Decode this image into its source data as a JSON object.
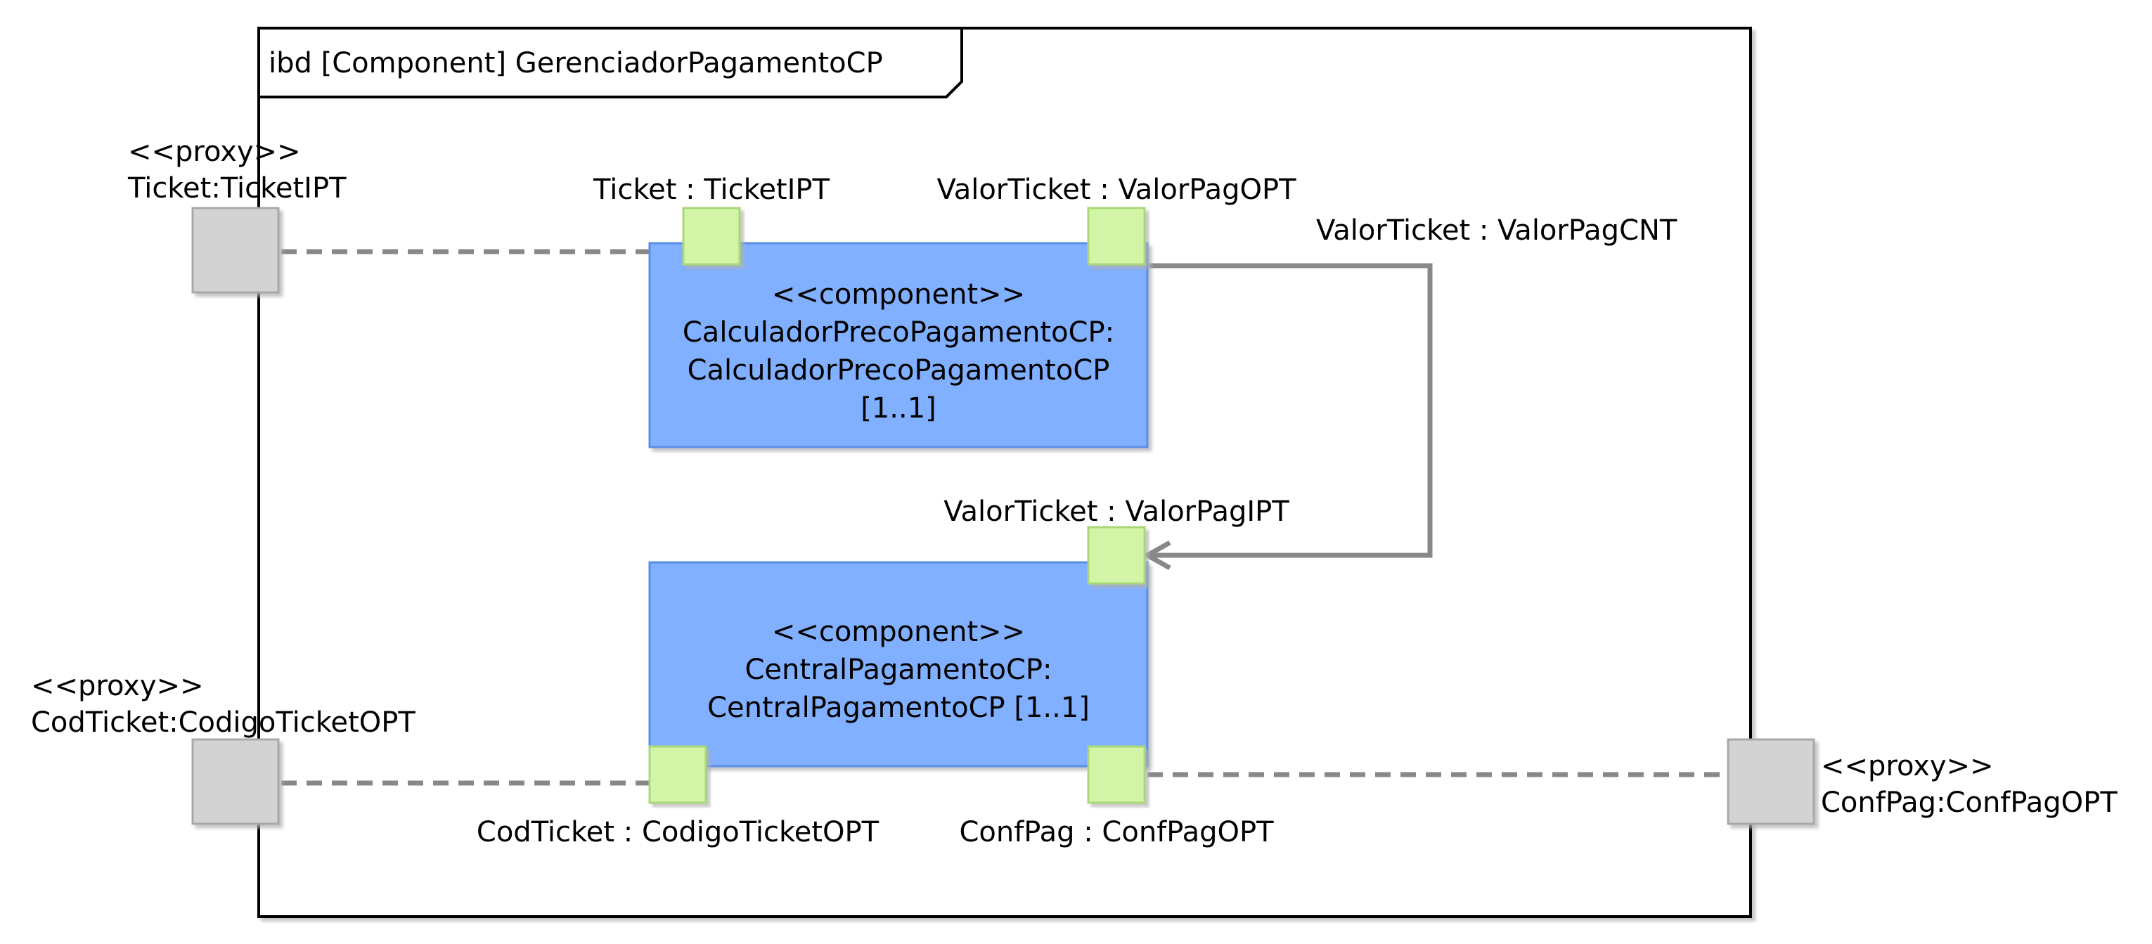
{
  "frame": {
    "title": "ibd [Component] GerenciadorPagamentoCP"
  },
  "components": [
    {
      "stereotype": "<<component>>",
      "name": "CalculadorPrecoPagamentoCP:",
      "type": "CalculadorPrecoPagamentoCP",
      "multiplicity": "[1..1]"
    },
    {
      "stereotype": "<<component>>",
      "name": "CentralPagamentoCP:",
      "type_multiplicity": "CentralPagamentoCP [1..1]"
    }
  ],
  "ports": {
    "ticket_in": "Ticket : TicketIPT",
    "valor_out": "ValorTicket : ValorPagOPT",
    "valor_in": "ValorTicket : ValorPagIPT",
    "codticket_out": "CodTicket : CodigoTicketOPT",
    "confpag_out": "ConfPag : ConfPagOPT"
  },
  "proxy_ports": [
    {
      "stereotype": "<<proxy>>",
      "name": "Ticket:TicketIPT"
    },
    {
      "stereotype": "<<proxy>>",
      "name": "CodTicket:CodigoTicketOPT"
    },
    {
      "stereotype": "<<proxy>>",
      "name": "ConfPag:ConfPagOPT"
    }
  ],
  "connectors": {
    "valor_connector": "ValorTicket : ValorPagCNT"
  },
  "colors": {
    "component_fill": "#80b0ff",
    "component_border": "#5a8ee6",
    "port_fill": "#d2f4a6",
    "port_border": "#a8d878",
    "proxy_fill": "#d3d3d3",
    "proxy_border": "#a8a8a8",
    "connector": "#888888",
    "frame": "#000000"
  }
}
